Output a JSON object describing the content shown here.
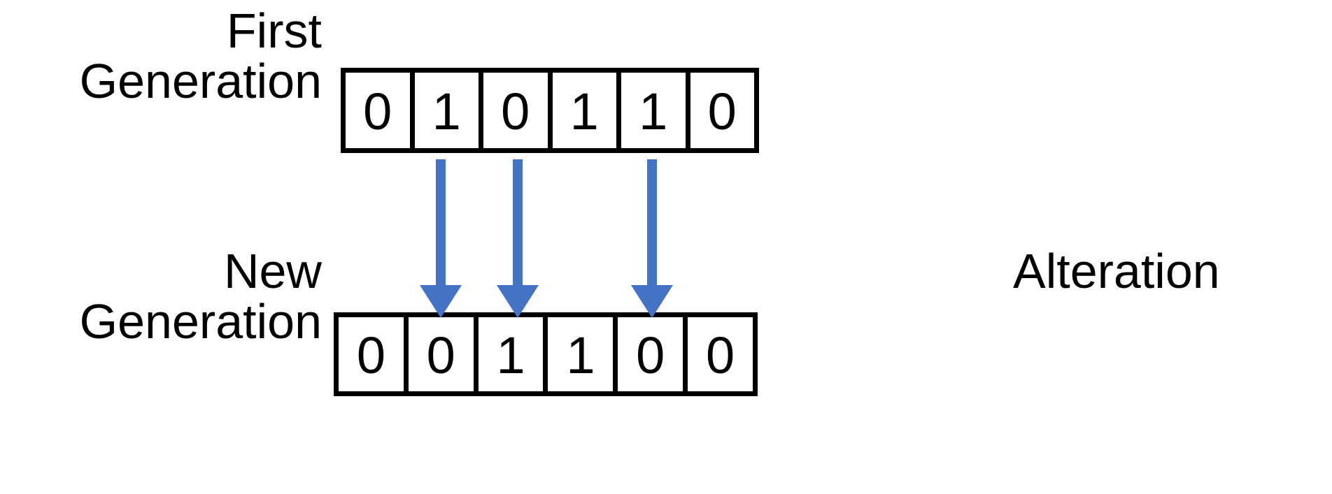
{
  "figure": {
    "background_color": "#ffffff",
    "stroke_color": "#000000",
    "arrow_color": "#4472C4"
  },
  "labels": {
    "first_generation": {
      "line1": "First",
      "line2": "Generation"
    },
    "new_generation": {
      "line1": "New",
      "line2": "Generation"
    },
    "alteration": "Alteration"
  },
  "chart_data": {
    "type": "table",
    "title": "Alteration",
    "rows": [
      {
        "name": "First Generation",
        "label_lines": [
          "First",
          "Generation"
        ],
        "values": [
          "0",
          "1",
          "0",
          "1",
          "1",
          "0"
        ]
      },
      {
        "name": "New Generation",
        "label_lines": [
          "New",
          "Generation"
        ],
        "values": [
          "0",
          "0",
          "1",
          "1",
          "0",
          "0"
        ]
      }
    ],
    "arrows": [
      {
        "from_row": "First Generation",
        "to_row": "New Generation",
        "cell_index": 1,
        "from_value": "1",
        "to_value": "0",
        "color": "#4472C4"
      },
      {
        "from_row": "First Generation",
        "to_row": "New Generation",
        "cell_index": 2,
        "from_value": "0",
        "to_value": "1",
        "color": "#4472C4"
      },
      {
        "from_row": "First Generation",
        "to_row": "New Generation",
        "cell_index": 4,
        "from_value": "1",
        "to_value": "0",
        "color": "#4472C4"
      }
    ],
    "annotation": "Alteration",
    "xlabel": "",
    "ylabel": "",
    "grid": false,
    "legend": false
  }
}
